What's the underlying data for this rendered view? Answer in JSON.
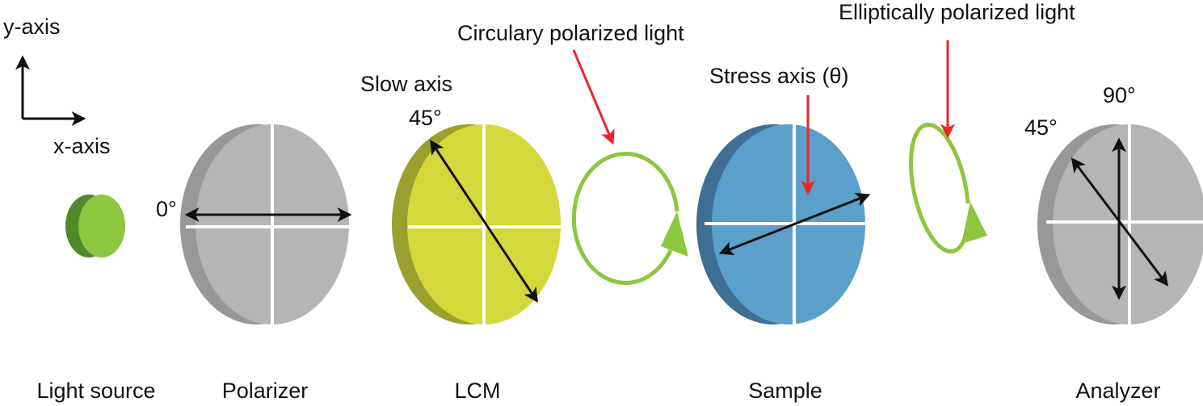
{
  "axes": {
    "y_label": "y-axis",
    "x_label": "x-axis"
  },
  "components": [
    {
      "id": "light-source",
      "label": "Light source"
    },
    {
      "id": "polarizer",
      "label": "Polarizer",
      "angle_label": "0°"
    },
    {
      "id": "lcm",
      "label": "LCM",
      "axis_label": "Slow axis",
      "angle_label": "45°"
    },
    {
      "id": "sample",
      "label": "Sample",
      "axis_label": "Stress axis (θ)"
    },
    {
      "id": "analyzer",
      "label": "Analyzer",
      "angle_label_1": "45°",
      "angle_label_2": "90°"
    }
  ],
  "light_states": {
    "circular": "Circulary polarized light",
    "elliptical": "Elliptically polarized light"
  },
  "colors": {
    "gray_face": "#b7b4b5",
    "gray_edge": "#9a9798",
    "lcm_face": "#d3d93a",
    "lcm_edge": "#9aa02c",
    "sample_face": "#5b9fcb",
    "sample_edge": "#3f6f93",
    "green_light": "#8dc63f",
    "green_dark": "#4f8a2b",
    "red_arrow": "#e8262a",
    "black": "#111111"
  }
}
